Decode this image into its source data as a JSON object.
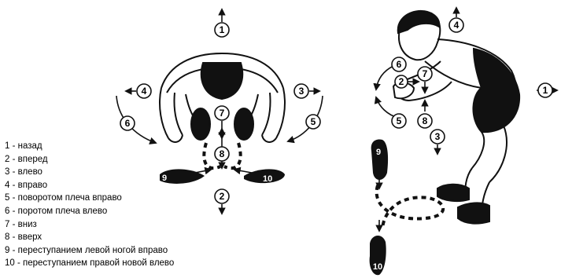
{
  "legend": [
    "1 - назад",
    "2 - вперед",
    "3 - влево",
    "4 - вправо",
    "5 - поворотом плеча вправо",
    "6 - поротом плеча влево",
    "7 - вниз",
    "8 - вверх",
    "9 - переступанием левой ногой вправо",
    "10 - переступанием правой новой влево"
  ],
  "front_view": {
    "markers": {
      "m1": "1",
      "m2": "2",
      "m3": "3",
      "m4": "4",
      "m5": "5",
      "m6": "6",
      "m7": "7",
      "m8": "8"
    },
    "feet": {
      "left": "9",
      "right": "10"
    }
  },
  "side_view": {
    "markers": {
      "m1": "1",
      "m2": "2",
      "m3": "3",
      "m4": "4",
      "m5": "5",
      "m6": "6",
      "m7": "7",
      "m8": "8"
    },
    "feet": {
      "left": "9",
      "right": "10"
    }
  },
  "colors": {
    "ink": "#111111",
    "paper": "#ffffff"
  }
}
